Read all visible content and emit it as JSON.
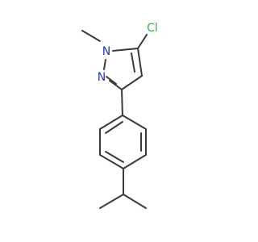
{
  "molecule": {
    "atoms": {
      "cl": {
        "label": "Cl",
        "color": "#3cb043"
      },
      "n1": {
        "label": "N",
        "color": "#2b3aa6"
      },
      "n2": {
        "label": "N",
        "color": "#2b3aa6"
      }
    }
  }
}
